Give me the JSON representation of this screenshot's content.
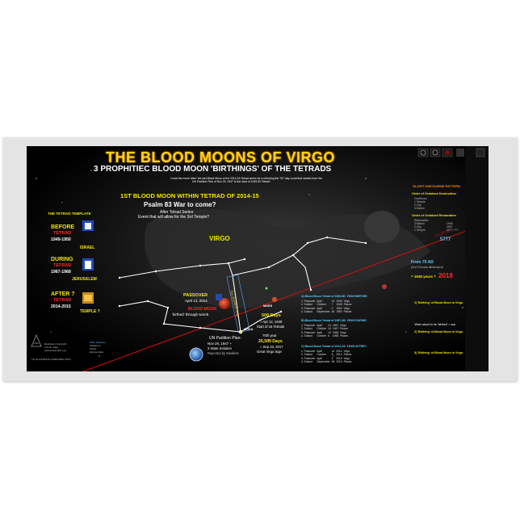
{
  "poster": {
    "title": "THE BLOOD MOONS OF VIRGO",
    "subtitle": "3 PROPHITIEC BLOOD MOON 'BIRTHINGS' OF THE TETRADS",
    "intro_lines": [
      "Could the event 'after' the last Blood Moon of the 2014-15 Tetrad series be a mirroring the 707 day count that started from the",
      "UN Partition Plan of Nov 29, 1947 to the start of 1949-50 Tetrad?"
    ],
    "headline": "1ST BLOOD MOON WITHIN TETRAD OF 2014-15",
    "question": "Psalm 83 War to come?",
    "after_lines": [
      "After Tetrad Series",
      "Event that will allow for the 3rd Temple?"
    ],
    "template_title": "THE TETRAD TEMPLATE",
    "before": {
      "label": "BEFORE",
      "tetrad": "TETRAD",
      "years": "1949-1950",
      "place": "ISRAEL"
    },
    "during": {
      "label": "DURING",
      "tetrad": "TETRAD",
      "years": "1967-1968",
      "place": "JERUSALEM"
    },
    "after": {
      "label": "AFTER ?",
      "tetrad": "TETRAD",
      "years": "2014-2015",
      "place": "TEMPLE ?"
    },
    "virgo": "VIRGO",
    "womb_of_virgo": "The Womb of Virgo",
    "passover": {
      "label": "PASSOVER",
      "date": "April 14, 2014"
    },
    "blood_moon": {
      "label": "BLOOD MOON",
      "line": "'birthed' through womb"
    },
    "mars": "MARS",
    "spica": "SPICA",
    "boundary": "ECLIPTIC",
    "days_500": {
      "label": "500 Days",
      "lines": [
        "+ Apr 12, 1949",
        "Start of 2a Tetrads"
      ]
    },
    "year70": {
      "label": "70th year",
      "days": "25,500 Days",
      "lines": [
        "= Sep 23, 2017",
        "Great Virgo Sign"
      ]
    },
    "un_plan": {
      "label": "UN Partition Plan:",
      "lines": [
        "Nov 29, 1947 +",
        "2-State Solution",
        "Rejected by Muslims"
      ]
    },
    "olivet": {
      "title": "OLIVET DISCOURSE PATTERN",
      "order1": "Order of Ordained Destruction",
      "list1": [
        "Overthrow",
        "1.Temple",
        "2.City",
        "3.Nation"
      ],
      "order2": "Order of Ordained Restoration",
      "list2": [
        "Restoration",
        "3.Nation",
        "2.City",
        "1.Temple"
      ],
      "years2": [
        "1948",
        "1967",
        "20??-???"
      ],
      "hebrew_year": "5777"
    },
    "from_ad": {
      "label": "From 70 AD",
      "sub": "(2nd Temple destroyed)",
      "span": "= 1948 years =",
      "year": "2018"
    },
    "tables": [
      {
        "title": "A) Blood Moon Tetrad of 1949-50: YEAR BEFORE",
        "rows": [
          [
            "1. Passover",
            "April",
            "13",
            "1949",
            "Virgo"
          ],
          [
            "2. Sukkot",
            "October",
            "7",
            "1949",
            "Pisces"
          ],
          [
            "3. Passover",
            "April",
            "2",
            "1950",
            "Virgo"
          ],
          [
            "4. Sukkot",
            "September",
            "26",
            "1950",
            "Pisces"
          ]
        ],
        "note": "1) 'Birthing' of Blood Moon in Virgo"
      },
      {
        "title": "B) Blood Moon Tetrad of 1967-68: YEAR DURING",
        "rows": [
          [
            "1. Passover",
            "April",
            "24",
            "1967",
            "Virgo"
          ],
          [
            "2. Sukkot",
            "October",
            "18",
            "1967",
            "Pisces"
          ],
          [
            "3. Passover",
            "April",
            "13",
            "1968",
            "Virgo"
          ],
          [
            "4. Sukkot",
            "October",
            "6",
            "1968",
            "Pisces"
          ]
        ],
        "note_top": "'Wars about to be 'birthed' = war",
        "note": "2) 'Birthing' of Blood Moon in Virgo"
      },
      {
        "title": "C) Blood Moon Tetrad of 2014-15: YEAR AFTER?",
        "rows": [
          [
            "1. Passover",
            "April",
            "14",
            "2014",
            "Virgo"
          ],
          [
            "2. Sukkot",
            "October",
            "8",
            "2014",
            "Pisces"
          ],
          [
            "3. Passover",
            "April",
            "4",
            "2015",
            "Virgo"
          ],
          [
            "4. Sukkot",
            "September",
            "28",
            "2015",
            "Pisces"
          ]
        ],
        "note": "3) 'Birthing' of Blood Moon in Virgo"
      }
    ],
    "footer_left": [
      "Illustration Copyright",
      "Luis B. Vega",
      "www.postscripts.org",
      "TO ILLUSTRATE PURPOSES ONLY"
    ],
    "footer_mid": [
      "Astro Sources:",
      "Stellarium",
      "NASA",
      "Eclipse Data"
    ],
    "colors": {
      "title": "#ffd21a",
      "red": "#ff2a2a",
      "cyan": "#5ad2ff",
      "yellow": "#f2e600",
      "ecliptic": "#d01010"
    }
  }
}
